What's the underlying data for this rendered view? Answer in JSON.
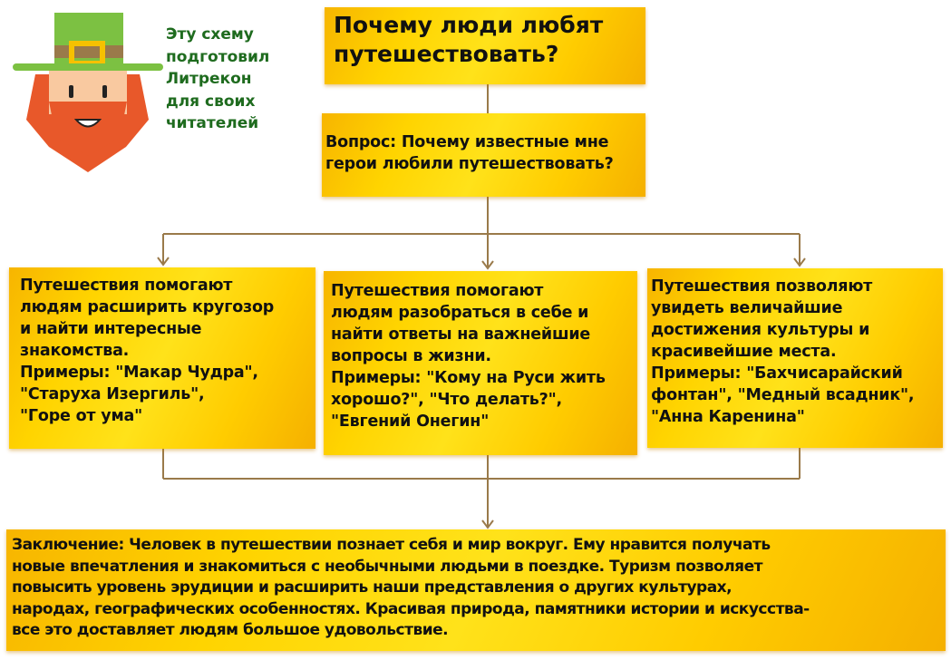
{
  "credit": "Эту схему\nподготовил\nЛитрекон\nдля своих\nчитателей",
  "title": "Почему люди любят\nпутешествовать?",
  "question": "Вопрос: Почему известные мне\nгерои любили путешествовать?",
  "boxes": [
    "Путешествия помогают\nлюдям расширить кругозор\nи найти интересные\nзнакомства.\nПримеры: \"Макар Чудра\",\n\"Старуха Изергиль\",\n\"Горе от ума\"",
    "Путешествия помогают\nлюдям разобраться в себе и\nнайти ответы на важнейшие\nвопросы в жизни.\nПримеры: \"Кому на Руси жить\nхорошо?\", \"Что делать?\",\n\"Евгений Онегин\"",
    "Путешествия позволяют\nувидеть величайшие\nдостижения культуры и\nкрасивейшие места.\nПримеры: \"Бахчисарайский\nфонтан\", \"Медный всадник\",\n\"Анна Каренина\""
  ],
  "conclusion": "Заключение: Человек в путешествии познает себя и мир вокруг. Ему нравится получать\nновые впечатления и знакомиться с необычными людьми в поездке. Туризм позволяет\nповысить уровень эрудиции и расширить наши представления о других культурах,\nнародах, географических особенностях. Красивая природа, памятники истории и искусства-\nвсе это доставляет людям большое удовольствие.",
  "colors": {
    "line": "#9a7a4a",
    "credit": "#1e6b1e",
    "hat": "#7cc142",
    "beard": "#e8582a"
  }
}
